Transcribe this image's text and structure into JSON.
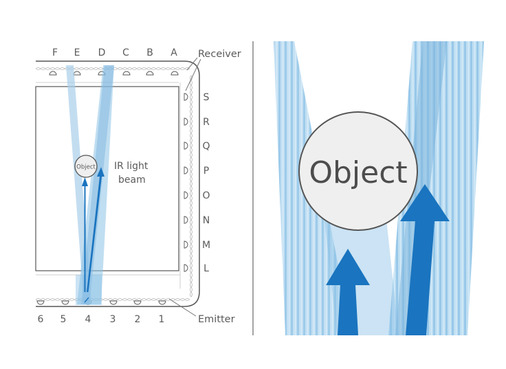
{
  "left_panel": {
    "receiver_label": "Receiver",
    "emitter_label": "Emitter",
    "top_letters": [
      "F",
      "E",
      "D",
      "C",
      "B",
      "A"
    ],
    "side_letters": [
      "S",
      "R",
      "Q",
      "P",
      "O",
      "N",
      "M",
      "L"
    ],
    "bottom_numbers": [
      "6",
      "5",
      "4",
      "3",
      "2",
      "1"
    ],
    "object_label": "Object",
    "beam_label_line1": "IR light",
    "beam_label_line2": "beam"
  },
  "right_panel": {
    "object_label": "Object"
  },
  "colors": {
    "beam_light": "#a9cfe9",
    "beam_mid": "#7fb6df",
    "arrow": "#1a74bf",
    "frame": "#555555",
    "object_fill": "#efefef",
    "divider": "#4a4a4a"
  }
}
